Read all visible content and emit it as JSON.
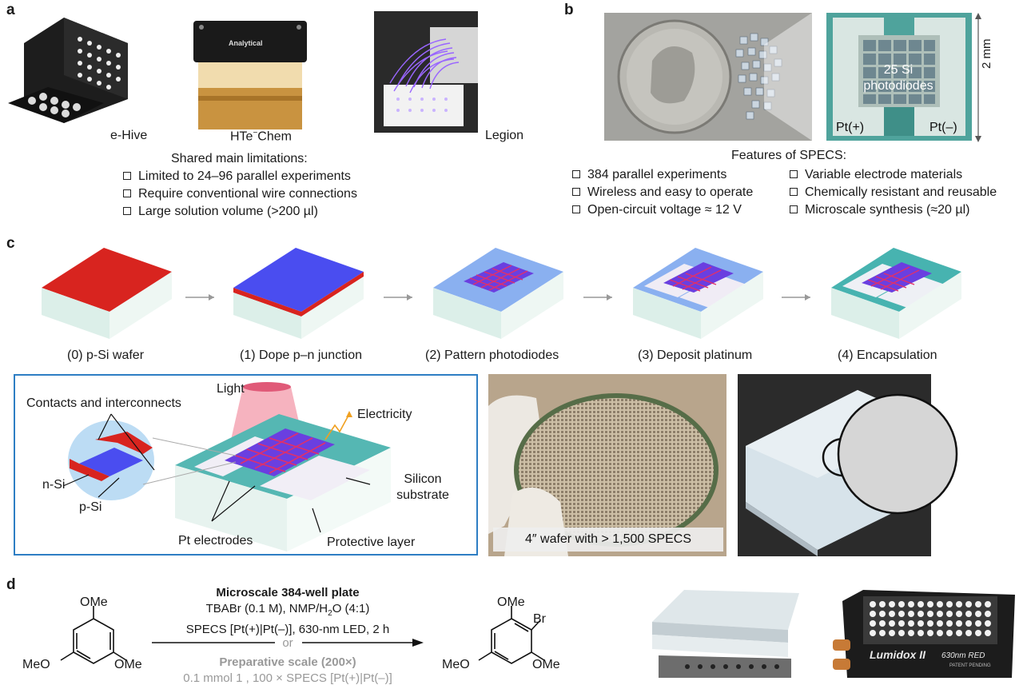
{
  "panel_labels": {
    "a": "a",
    "b": "b",
    "c": "c",
    "d": "d"
  },
  "panel_a": {
    "devices": [
      "e-Hive",
      "HTe",
      "Chem",
      "Legion"
    ],
    "hte_sup": "−",
    "device_brand": "Analytical",
    "limitations_title": "Shared main limitations:",
    "limitations": [
      "Limited to 24–96 parallel experiments",
      "Require conventional wire connections",
      "Large solution volume (>200 µl)"
    ]
  },
  "panel_b": {
    "chip_label_line1": "25 Si",
    "chip_label_line2": "photodiodes",
    "pt_plus": "Pt(+)",
    "pt_minus": "Pt(–)",
    "scale": "2 mm",
    "features_title": "Features of SPECS:",
    "features_left": [
      "384 parallel experiments",
      "Wireless and easy to operate",
      "Open-circuit voltage ≈ 12 V"
    ],
    "features_right": [
      "Variable electrode materials",
      "Chemically resistant and reusable",
      "Microscale synthesis (≈20 µl)"
    ]
  },
  "panel_c": {
    "steps": [
      "(0) p-Si wafer",
      "(1) Dope p–n junction",
      "(2) Pattern photodiodes",
      "(3) Deposit platinum",
      "(4) Encapsulation"
    ],
    "schematic": {
      "contacts": "Contacts and interconnects",
      "light": "Light",
      "electricity": "Electricity",
      "n_si": "n-Si",
      "p_si": "p-Si",
      "silicon_line1": "Silicon",
      "silicon_line2": "substrate",
      "pt_electrodes": "Pt electrodes",
      "protective": "Protective layer"
    },
    "wafer_caption": "4″ wafer with > 1,500 SPECS"
  },
  "panel_d": {
    "reactant_ome_top": "OMe",
    "reactant_meo": "MeO",
    "reactant_ome_right": "OMe",
    "arrow_title": "Microscale 384-well plate",
    "cond1_pre": "TBABr (0.1 M), NMP/H",
    "cond1_sub": "2",
    "cond1_post": "O (4:1)",
    "cond2": "SPECS [Pt(+)|Pt(–)], 630-nm LED, 2 h",
    "or": "or",
    "prep_title": "Preparative scale (200×)",
    "prep_cond": "0.1 mmol 1 , 100 × SPECS [Pt(+)|Pt(–)]",
    "product_ome_top": "OMe",
    "product_br": "Br",
    "product_meo": "MeO",
    "product_ome_right": "OMe",
    "led_brand": "Lumidox II",
    "led_model": "630nm RED",
    "led_sub": "PATENT PENDING"
  }
}
